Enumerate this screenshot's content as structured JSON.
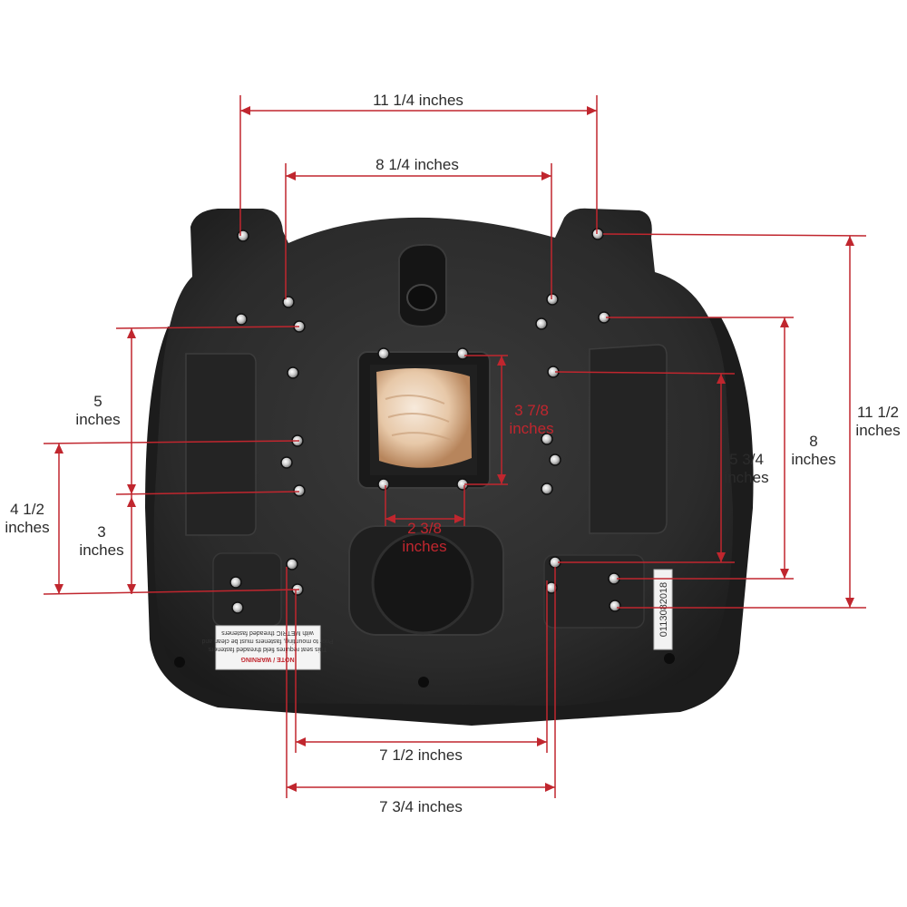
{
  "colors": {
    "background": "#ffffff",
    "seat": "#2a2a2a",
    "seat_highlight": "#3a3a3a",
    "seat_shadow": "#1a1a1a",
    "dimension_line": "#c0262e",
    "dimension_text": "#2b2b2b",
    "bolt": "#bdbdbd"
  },
  "dimensions": {
    "top_outer": "11 1/4 inches",
    "top_inner": "8 1/4 inches",
    "left_5": "5\ninches",
    "left_3": "3\ninches",
    "left_4_5": "4 1/2\ninches",
    "right_11_5": "11 1/2\ninches",
    "right_8": "8\ninches",
    "right_5_75": "5 3/4\ninches",
    "center_height": "3 7/8\ninches",
    "center_width": "2 3/8\ninches",
    "bottom_inner": "7 1/2 inches",
    "bottom_outer": "7 3/4 inches"
  },
  "label_sticker": {
    "title": "NOTE / WARNING",
    "line1": "This seat requires field threaded fasteners",
    "line2": "Prior to mounting, fasteners must be clean and",
    "line3": "with METRIC threaded fasteners"
  },
  "serial_number": "0113082018"
}
